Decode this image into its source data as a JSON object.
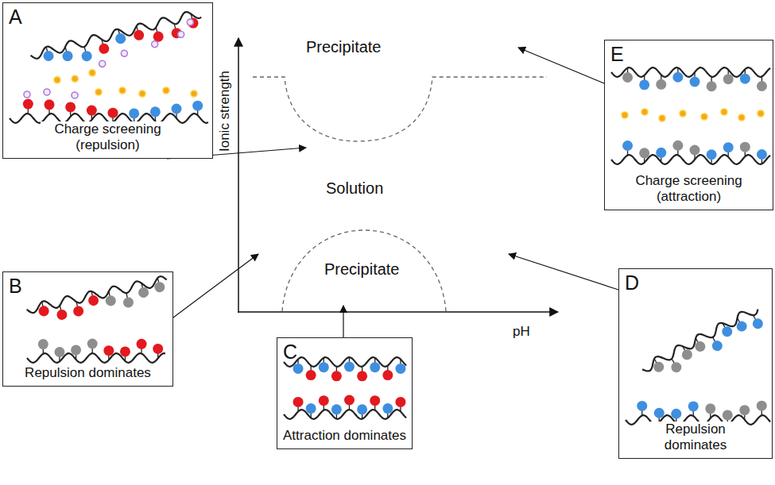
{
  "diagram": {
    "nodes": [
      {
        "text": [
          "A",
          "Charge screening (repulsion)"
        ]
      },
      {
        "text": [
          "Precipitate"
        ]
      },
      {
        "text": [
          "E",
          "Charge screening (attraction)"
        ]
      },
      {
        "text": [
          "Solution"
        ]
      },
      {
        "text": [
          "B",
          "Repulsion dominates"
        ]
      },
      {
        "text": [
          "Precipitate"
        ]
      },
      {
        "text": [
          "D",
          "Repulsion dominates"
        ]
      },
      {
        "text": [
          "C",
          "Attraction dominates"
        ]
      }
    ],
    "edges": [
      {
        "from": 0,
        "to": 3,
        "arrow": "to"
      },
      {
        "from": 2,
        "to": 1,
        "arrow": "to"
      },
      {
        "from": 4,
        "to": 3,
        "arrow": "to"
      },
      {
        "from": 7,
        "to": 5,
        "arrow": "to"
      },
      {
        "from": 6,
        "to": 3,
        "arrow": "to"
      }
    ],
    "labels": [
      "Ionic strength",
      "pH"
    ]
  }
}
